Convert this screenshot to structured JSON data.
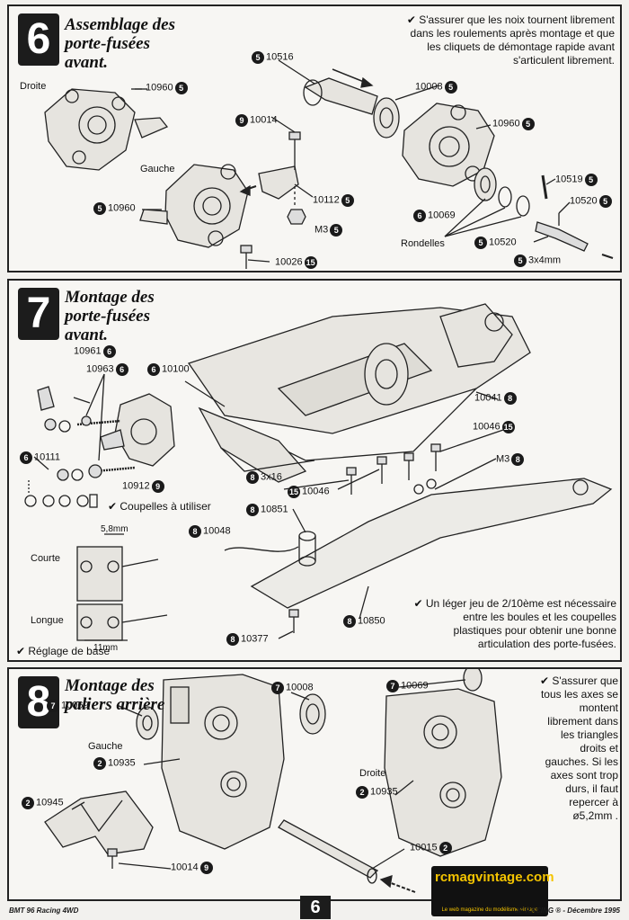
{
  "step6": {
    "number": "6",
    "title": "Assemblage des\nporte-fusées\navant.",
    "note": "✔ S'assurer que les noix tournent librement dans les roulements après montage et que les cliquets de démontage rapide avant s'articulent librement.",
    "labels": {
      "droite": "Droite",
      "gauche": "Gauche",
      "rondelles": "Rondelles",
      "m3": "M3",
      "p10960a": "10960",
      "p10960b": "10960",
      "p10960c": "10960",
      "p10516": "10516",
      "p10008": "10008",
      "p10014": "10014",
      "p10112": "10112",
      "p10026": "10026",
      "p10069": "10069",
      "p10519": "10519",
      "p10520a": "10520",
      "p10520b": "10520",
      "p3x4": "3x4mm"
    },
    "badges": {
      "b10960a": "5",
      "b10516": "5",
      "b10008": "5",
      "b10014": "9",
      "b10960b": "5",
      "b10960c": "5",
      "b10112": "5",
      "bm3": "5",
      "b10026": "15",
      "b10069": "6",
      "b10519": "5",
      "b10520a": "5",
      "b10520b": "5",
      "b3x4": "5"
    }
  },
  "step7": {
    "number": "7",
    "title": "Montage des\nporte-fusées\navant.",
    "note": "✔ Un léger jeu de 2/10ème est nécessaire entre les boules et les coupelles plastiques pour obtenir une bonne articulation des porte-fusées.",
    "labels": {
      "p10961": "10961",
      "p10963": "10963",
      "p10100": "10100",
      "p10111": "10111",
      "p10912": "10912",
      "coupelles": "✔ Coupelles à utiliser",
      "p3x16": "3x16",
      "p10046a": "10046",
      "p10851": "10851",
      "p10048": "10048",
      "p10041": "10041",
      "p10046b": "10046",
      "m3": "M3",
      "p10850": "10850",
      "p10377": "10377",
      "dim58": "5,8mm",
      "courte": "Courte",
      "longue": "Longue",
      "dim11": "11mm",
      "reglage": "✔ Réglage de base"
    },
    "badges": {
      "b10961": "6",
      "b10963": "6",
      "b10100": "6",
      "b10111": "6",
      "b10912": "9",
      "b3x16": "8",
      "b10046a": "15",
      "b10851": "8",
      "b10048": "8",
      "b10041": "8",
      "b10046b": "15",
      "bm3": "8",
      "b10850": "8",
      "b10377": "8"
    }
  },
  "step8": {
    "number": "8",
    "title": "Montage des\npaliers arrière",
    "note": "✔ S'assurer que tous les axes se montent librement dans les triangles droits et gauches. Si les axes sont trop durs, il faut repercer à ø5,2mm .",
    "labels": {
      "p10008": "10008",
      "p10069a": "10069",
      "p10069b": "10069",
      "gauche": "Gauche",
      "p10935a": "10935",
      "p10945": "10945",
      "p10014": "10014",
      "droite": "Droite",
      "p10935b": "10935",
      "p10015": "10015"
    },
    "badges": {
      "b10008": "7",
      "b10069a": "7",
      "b10069b": "7",
      "b10935a": "2",
      "b10945": "2",
      "b10014": "9",
      "b10935b": "2",
      "b10015": "2"
    }
  },
  "footer": {
    "left": "BMT 96 Racing 4WD",
    "right": "JP RACING ® - Décembre 1995",
    "page": "6",
    "logo_title": "rcmagvintage.com",
    "logo_sub": "Le web magazine du modélisme vintage"
  }
}
